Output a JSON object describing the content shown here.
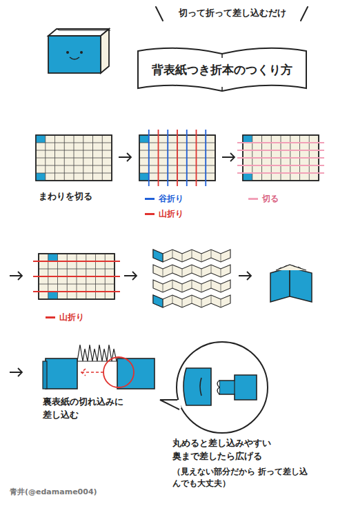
{
  "diagram": {
    "title": "背表紙つき折本のつくり方",
    "labels": [
      "切って折って差し込むだけ",
      "まわりを切る",
      "裏表紙の切れ込みに 差し込む",
      "丸めると差し込みやすい 奥まで差したら広げる",
      "（見えない部分だから 折って差し込んでも大丈夫）",
      "青井(@edamame004)"
    ],
    "legend": [
      {
        "text": "谷折り"
      },
      {
        "text": "山折り"
      },
      {
        "text": "切る"
      },
      {
        "text": "山折り"
      }
    ]
  }
}
